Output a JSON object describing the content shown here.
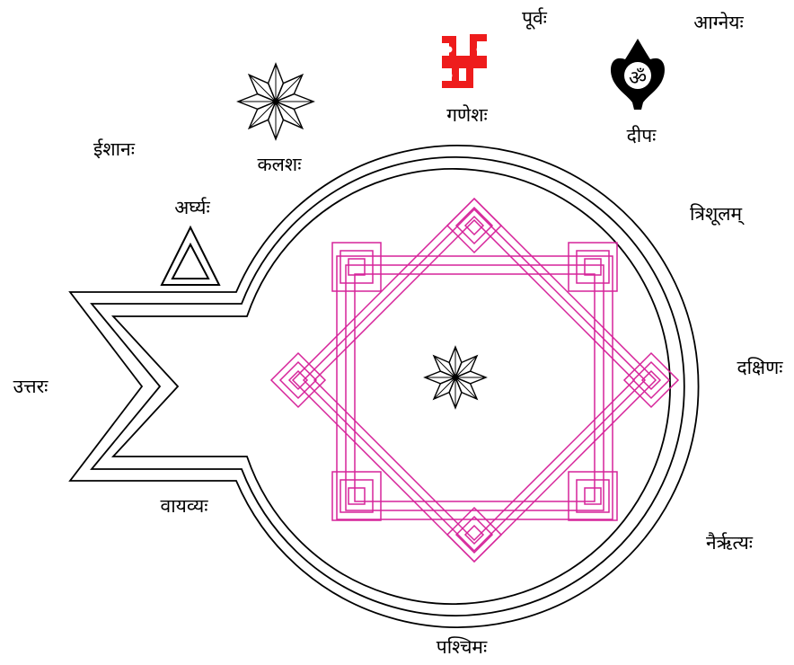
{
  "labels": {
    "purva": "पूर्वः",
    "agneya": "आग्नेयः",
    "ganesha": "गणेशः",
    "deepa": "दीपः",
    "ishana": "ईशानः",
    "kalasha": "कलशः",
    "arghya": "अर्घ्यः",
    "trishula": "त्रिशूलम्",
    "uttara": "उत्तरः",
    "dakshina": "दक्षिणः",
    "vayavya": "वायव्यः",
    "nairrutya": "नैर्ऋत्यः",
    "pashchima": "पश्चिमः"
  },
  "icons": {
    "swastika": "swastika-icon",
    "lamp": "om-lamp-icon",
    "kalasha": "eight-petal-star-icon",
    "arghya": "double-triangle-icon",
    "center": "eight-petal-star-icon"
  },
  "colors": {
    "yantra": "#d6249a",
    "swastika": "#ee1c1c",
    "outline": "#000000",
    "background": "#ffffff"
  }
}
